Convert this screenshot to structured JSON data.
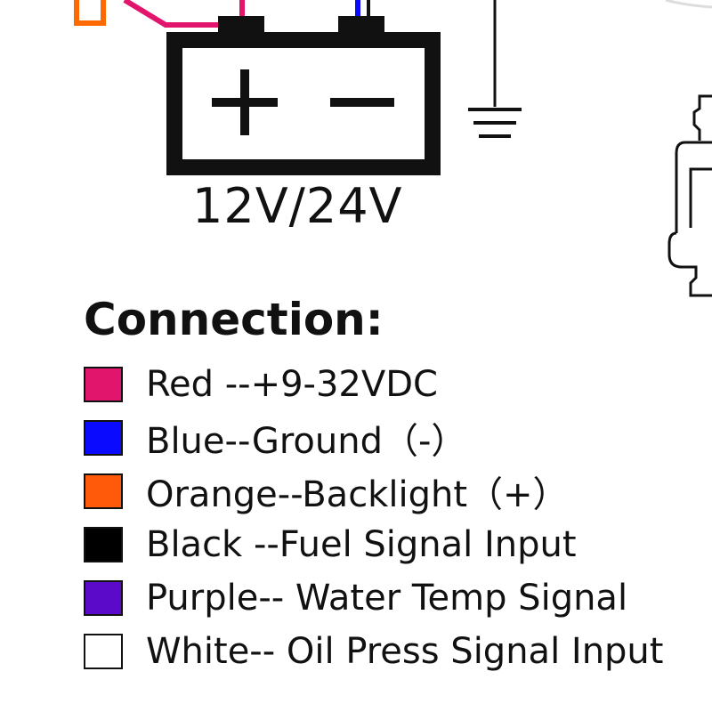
{
  "battery": {
    "voltage_label": "12V/24V",
    "positive_symbol": "+",
    "negative_symbol": "−"
  },
  "connection": {
    "title": "Connection:",
    "items": [
      {
        "color": "#e2156d",
        "text": "Red --+9-32VDC"
      },
      {
        "color": "#0a0aff",
        "text": "Blue--Ground（-）"
      },
      {
        "color": "#ff5a0a",
        "text": "Orange--Backlight（+）"
      },
      {
        "color": "#000000",
        "text": "Black --Fuel Signal Input"
      },
      {
        "color": "#5a0ac8",
        "text": "Purple-- Water Temp Signal"
      },
      {
        "color": "#ffffff",
        "text": "White-- Oil Press Signal Input"
      }
    ]
  },
  "wire_colors": {
    "red": "#e2156d",
    "orange": "#ff6a00",
    "blue": "#0a0aff",
    "black": "#111111"
  }
}
